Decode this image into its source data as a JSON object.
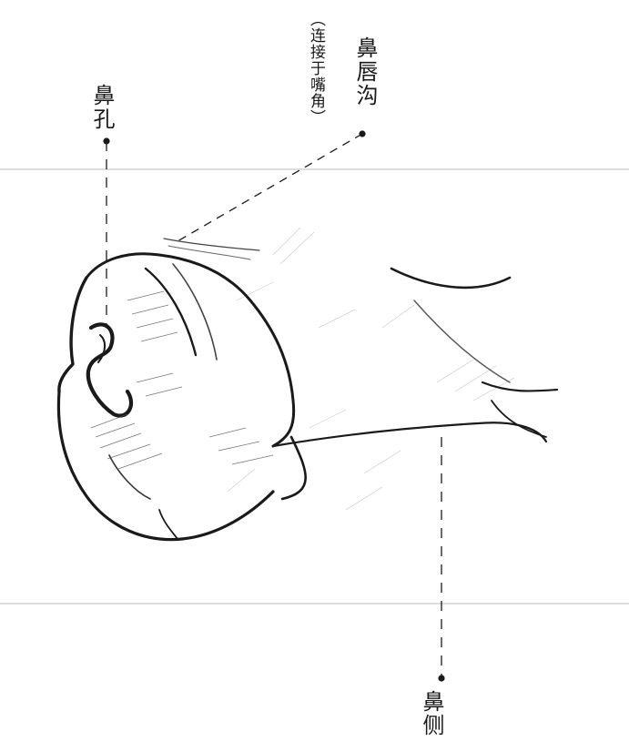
{
  "annotations": {
    "philtrum": "鼻唇沟",
    "philtrum_note": "（连接于嘴角）",
    "nostril": "鼻孔",
    "nose_side": "鼻侧"
  },
  "illustration": {
    "subject": "nose-sketch",
    "colors": {
      "ink": "#1a1a1a",
      "pencil": "#555555",
      "paper": "#ffffff"
    }
  }
}
